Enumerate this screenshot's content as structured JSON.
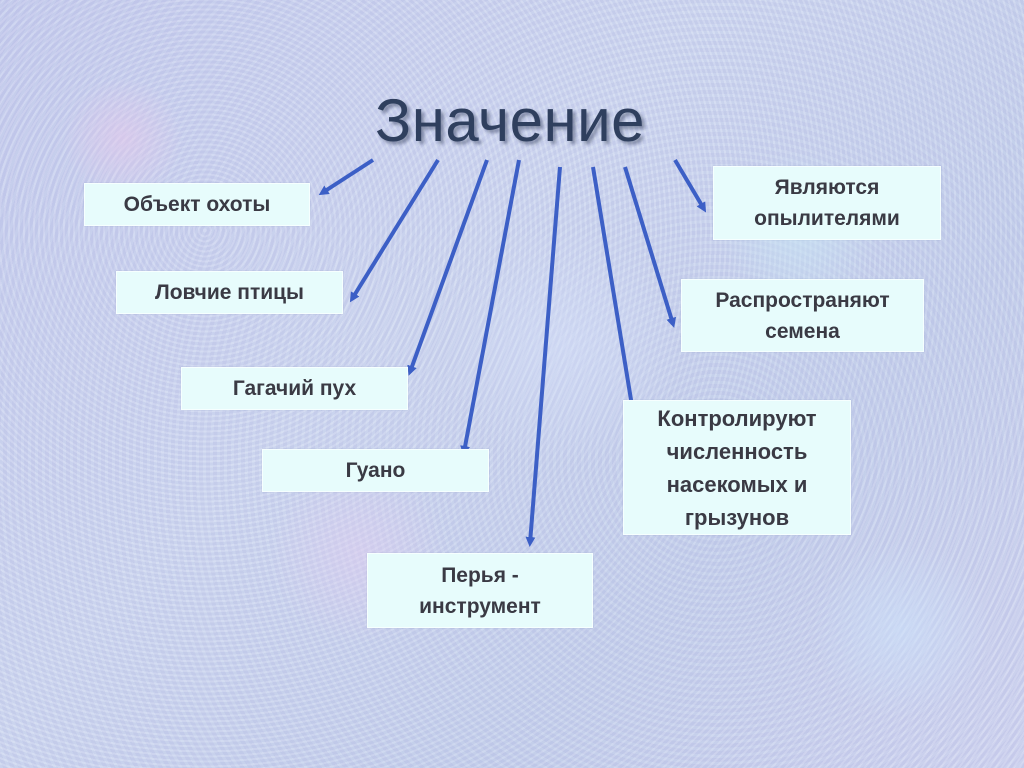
{
  "title": "Значение",
  "colors": {
    "arrow": "#3c5fc6",
    "box": "#e7fcfc",
    "text": "#3a3a44"
  },
  "items": [
    "Объект охоты",
    "Ловчие птицы",
    "Гагачий пух",
    "Гуано",
    "Перья -\nинструмент",
    "Контролируют\nчисленность\nнасекомых и\nгрызунов",
    "Распространяют\nсемена",
    "Являются\nопылителями"
  ]
}
